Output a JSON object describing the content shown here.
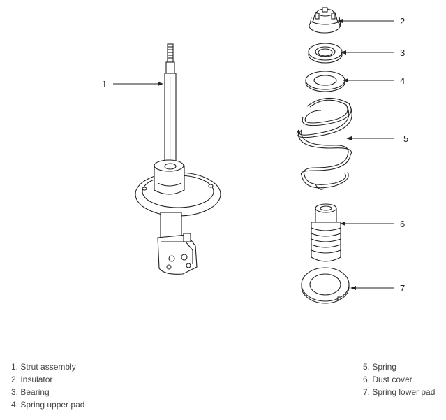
{
  "callouts": [
    "1",
    "2",
    "3",
    "4",
    "5",
    "6",
    "7"
  ],
  "legend": {
    "left": [
      "1. Strut assembly",
      "2. Insulator",
      "3. Bearing",
      "4. Spring upper pad"
    ],
    "right": [
      "5. Spring",
      "6. Dust cover",
      "7. Spring lower pad"
    ]
  }
}
